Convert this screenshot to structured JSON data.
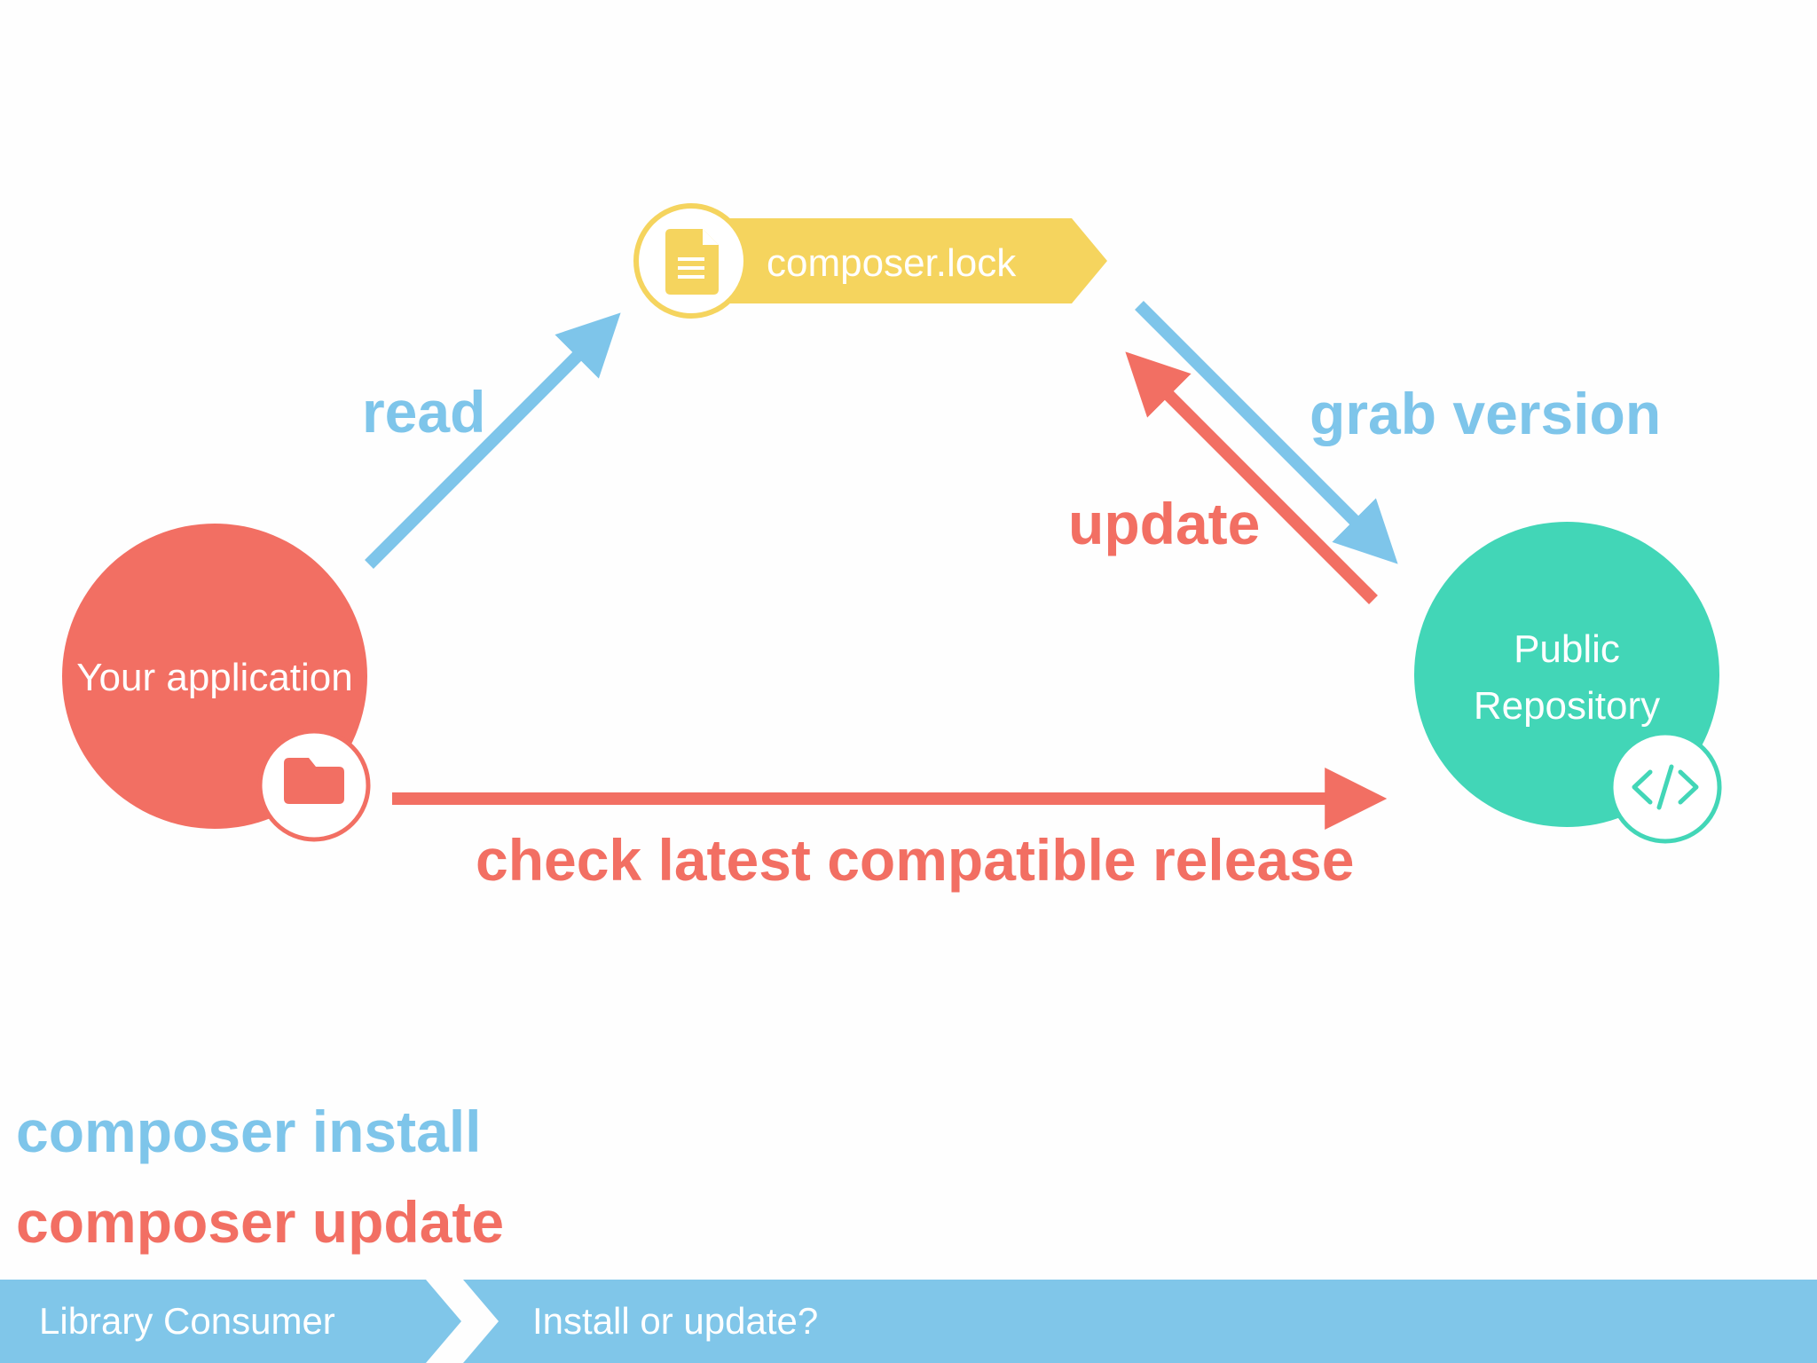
{
  "nodes": {
    "app": {
      "label": "Your application",
      "color": "#f26f63",
      "icon": "folder-icon"
    },
    "lock": {
      "label": "composer.lock",
      "color": "#f5d45e",
      "icon": "document-icon"
    },
    "repo": {
      "label_line1": "Public",
      "label_line2": "Repository",
      "color": "#42d6b7",
      "icon": "code-icon"
    }
  },
  "edges": {
    "read": {
      "label": "read",
      "color": "#7ec5ea"
    },
    "grab_version": {
      "label": "grab version",
      "color": "#7ec5ea"
    },
    "update": {
      "label": "update",
      "color": "#f26f63"
    },
    "check_release": {
      "label": "check latest compatible release",
      "color": "#f26f63"
    }
  },
  "legend": {
    "install": {
      "label": "composer install",
      "color": "#7ec5ea"
    },
    "update": {
      "label": "composer update",
      "color": "#f26f63"
    }
  },
  "footer": {
    "crumb1": "Library Consumer",
    "crumb2": "Install or update?",
    "color": "#80c6e9"
  }
}
